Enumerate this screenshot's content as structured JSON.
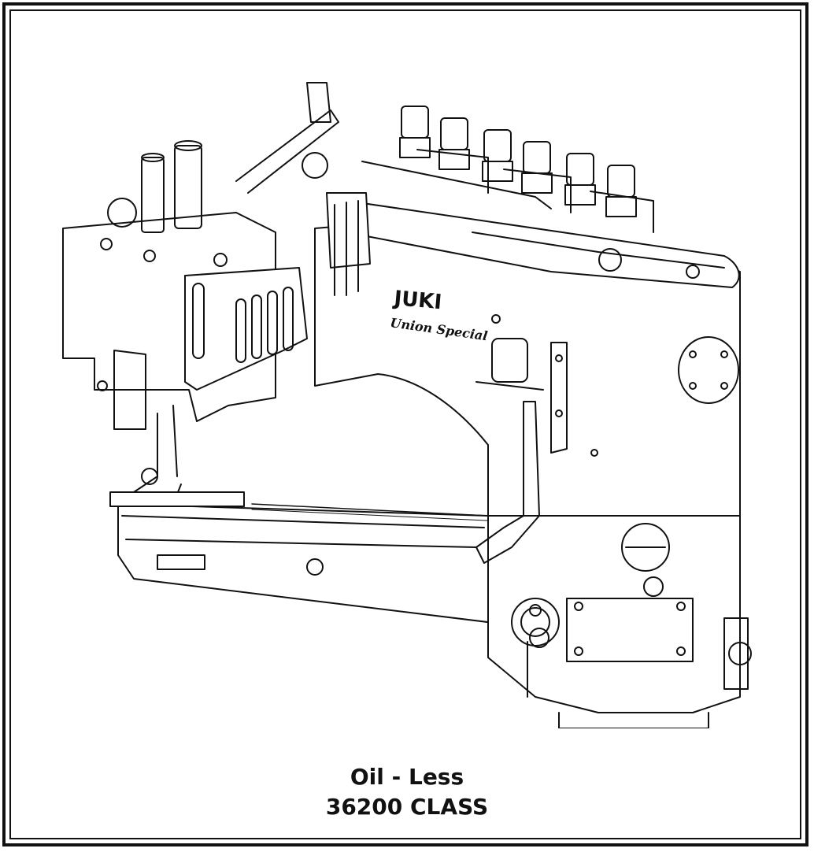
{
  "brand": {
    "logo_text": "JUKI",
    "script_text": "Union Special"
  },
  "caption": {
    "line1": "Oil - Less",
    "line2": "36200 CLASS"
  }
}
